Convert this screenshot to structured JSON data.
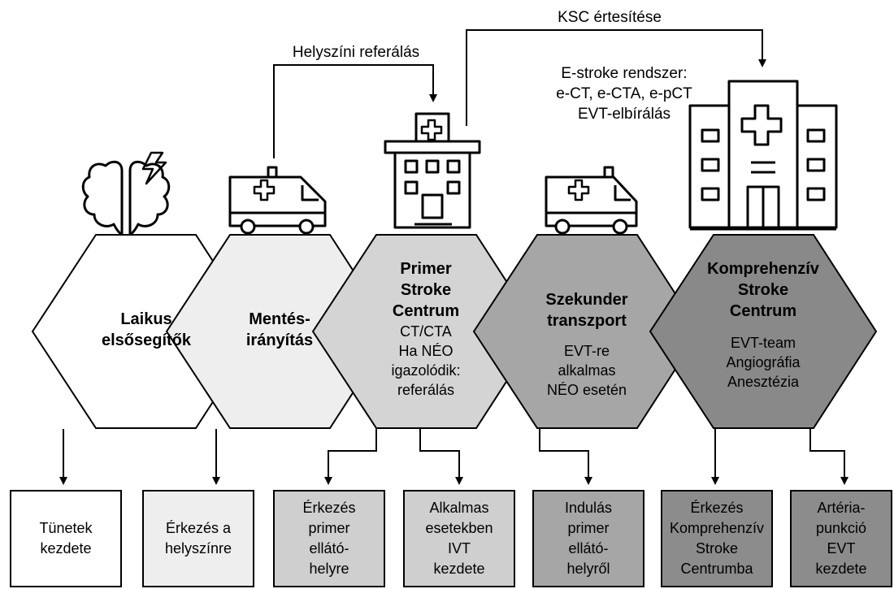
{
  "top_labels": {
    "helyszini": "Helyszíni referálás",
    "ksc": "KSC értesítése",
    "estroke": "E-stroke rendszer:\ne-CT, e-CTA, e-pCT\nEVT-elbírálás"
  },
  "hexagons": [
    {
      "title": "Laikus\nelsősegítők",
      "sub": "",
      "fill": "#ffffff"
    },
    {
      "title": "Mentés-\nirányítás",
      "sub": "",
      "fill": "#eeeeee"
    },
    {
      "title": "Primer\nStroke\nCentrum",
      "sub": "CT/CTA\nHa NÉO\nigazolódik:\nreferálás",
      "fill": "#d4d4d4"
    },
    {
      "title": "Szekunder\ntranszport",
      "sub": "EVT-re\nalkalmas\nNÉO esetén",
      "fill": "#a6a6a6"
    },
    {
      "title": "Komprehenzív\nStroke\nCentrum",
      "sub": "EVT-team\nAngiográfia\nAnesztézia",
      "fill": "#898989"
    }
  ],
  "boxes": [
    {
      "text": "Tünetek\nkezdete",
      "fill": "#ffffff"
    },
    {
      "text": "Érkezés a\nhelyszínre",
      "fill": "#eeeeee"
    },
    {
      "text": "Érkezés\nprimer\nellátó-\nhelyre",
      "fill": "#cfcfcf"
    },
    {
      "text": "Alkalmas\nesetekben\nIVT\nkezdete",
      "fill": "#cfcfcf"
    },
    {
      "text": "Indulás\nprimer\nellátó-\nhelyről",
      "fill": "#a6a6a6"
    },
    {
      "text": "Érkezés\nKomprehenzív\nStroke\nCentrumba",
      "fill": "#8c8c8c"
    },
    {
      "text": "Artéria-\npunkció\nEVT\nkezdete",
      "fill": "#8c8c8c"
    }
  ],
  "icons": [
    "brain-lightning-icon",
    "ambulance-icon",
    "hospital-icon",
    "ambulance-icon",
    "large-hospital-icon"
  ]
}
